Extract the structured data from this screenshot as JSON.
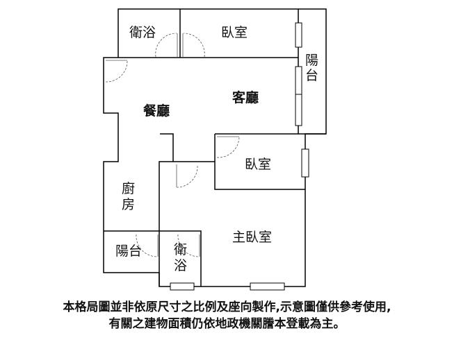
{
  "rooms": {
    "bath_top": "衛浴",
    "bedroom_top": "臥室",
    "balcony_right": [
      "陽",
      "台"
    ],
    "living": "客廳",
    "dining": "餐廳",
    "bedroom_mid": "臥室",
    "kitchen": [
      "廚",
      "房"
    ],
    "master": "主臥室",
    "balcony_bottom": "陽台",
    "bath_bottom": [
      "衛",
      "浴"
    ]
  },
  "caption": {
    "line1": "本格局圖並非依原尺寸之比例及座向製作,示意圖僅供參考使用,",
    "line2": "有關之建物面積仍依地政機關謄本登載為主。"
  }
}
